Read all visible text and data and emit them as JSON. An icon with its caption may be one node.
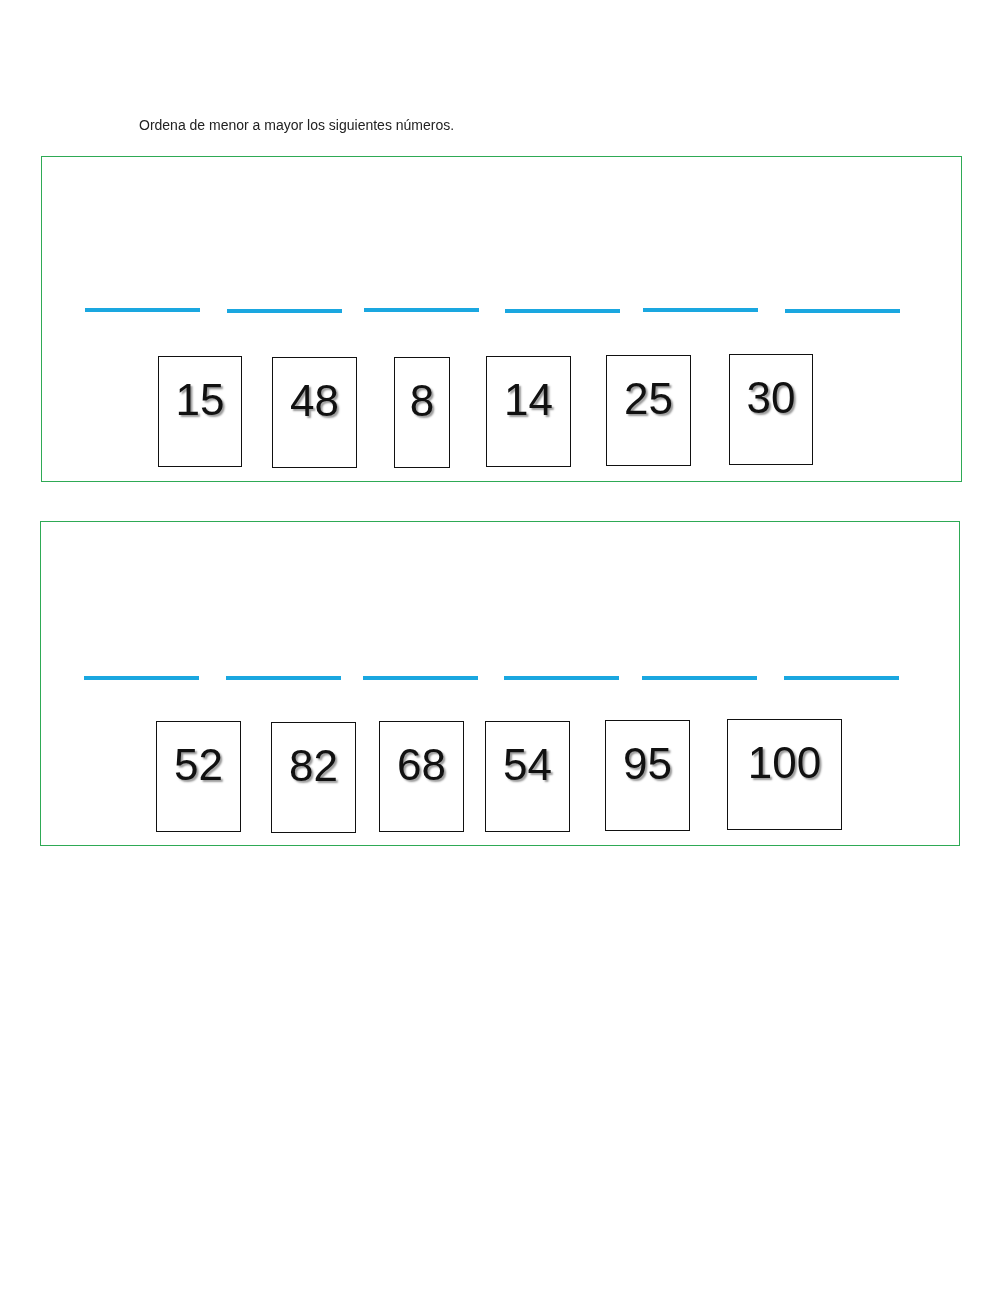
{
  "diagram": {
    "title": "Ordena de menor a mayor los siguientes números.",
    "nodes": [
      {
        "text": [],
        "shape": "box"
      },
      {
        "text": [
          "15"
        ],
        "in": 0
      },
      {
        "text": [
          "48"
        ],
        "in": 0
      },
      {
        "text": [
          "8"
        ],
        "in": 0
      },
      {
        "text": [
          "14"
        ],
        "in": 0
      },
      {
        "text": [
          "25"
        ],
        "in": 0
      },
      {
        "text": [
          "30"
        ],
        "in": 0
      },
      {
        "text": [],
        "shape": "box"
      },
      {
        "text": [
          "52"
        ],
        "in": 7
      },
      {
        "text": [
          "82"
        ],
        "in": 7
      },
      {
        "text": [
          "68"
        ],
        "in": 7
      },
      {
        "text": [
          "54"
        ],
        "in": 7
      },
      {
        "text": [
          "95"
        ],
        "in": 7
      },
      {
        "text": [
          "100"
        ],
        "in": 7
      }
    ]
  }
}
